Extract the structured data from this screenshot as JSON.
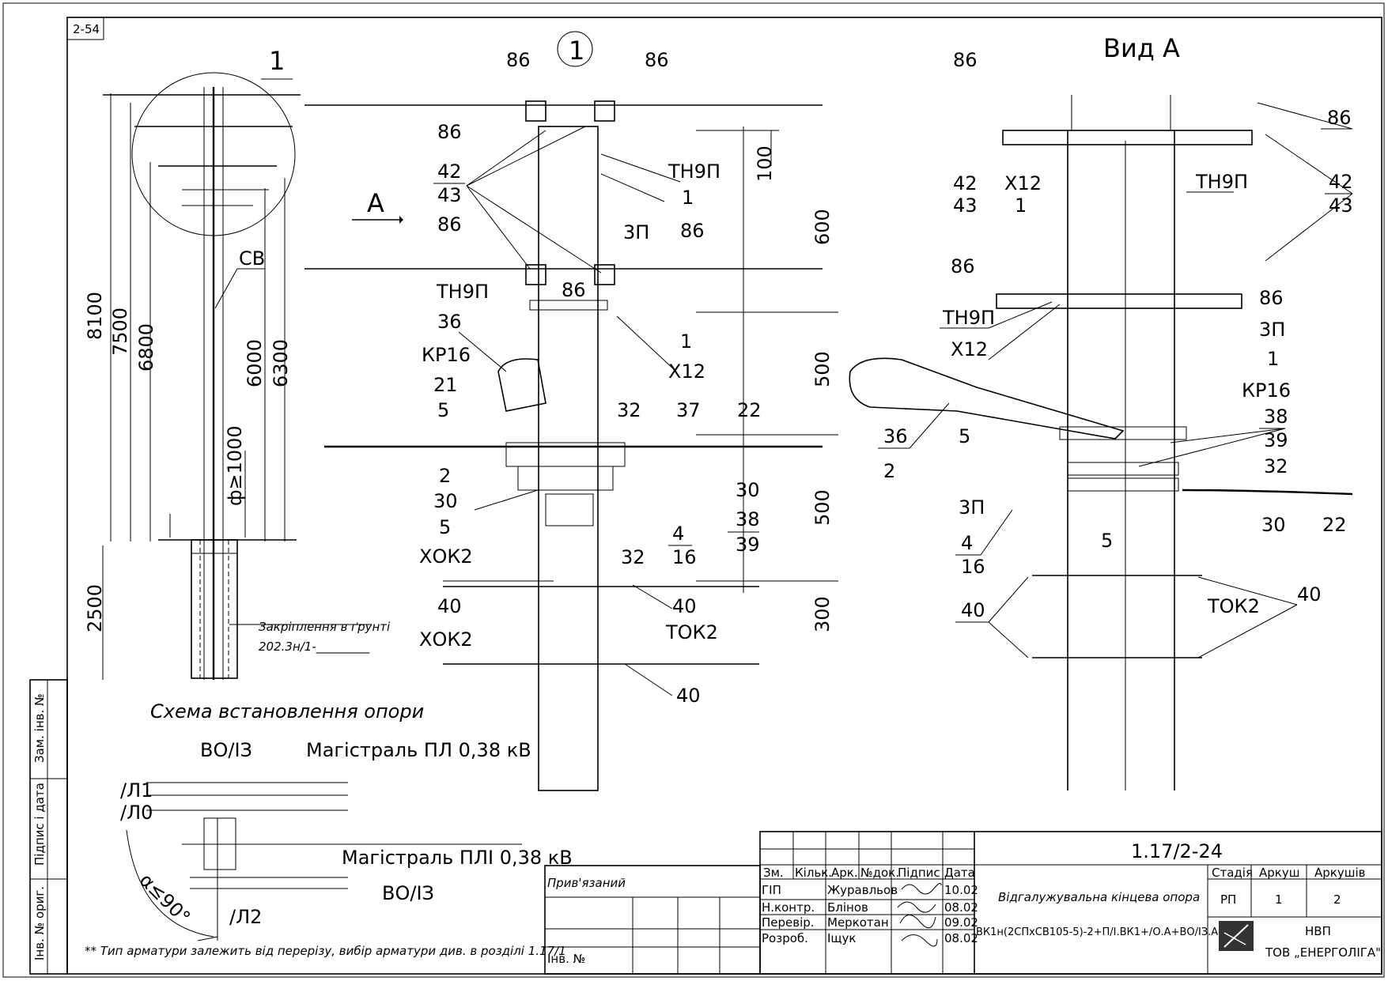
{
  "sheet_code": "2-54",
  "left_view": {
    "callout": "1",
    "labels": {
      "cb": "СВ",
      "h8100": "8100",
      "h7500": "7500",
      "h6800": "6800",
      "h6000": "6000",
      "h6300": "6300",
      "h2500": "2500",
      "diam": "ф≥1000"
    },
    "ground_note_1": "Закріплення в ґрунті",
    "ground_note_2": "202.3н/1-_________"
  },
  "center_view": {
    "callout": "1",
    "arrow_label": "А",
    "labels": [
      "86",
      "86",
      "86",
      "42",
      "43",
      "ТН9П",
      "1",
      "100",
      "86",
      "3П",
      "86",
      "ТН9П",
      "86",
      "36",
      "1",
      "Х12",
      "КР16",
      "21",
      "5",
      "32",
      "37",
      "22",
      "2",
      "30",
      "30",
      "5",
      "38",
      "39",
      "4",
      "16",
      "32",
      "ХОК2",
      "40",
      "40",
      "ТОК2",
      "ХОК2",
      "40"
    ],
    "dims": [
      "600",
      "500",
      "500",
      "300"
    ]
  },
  "view_a": {
    "title": "Вид А",
    "labels": [
      "86",
      "86",
      "42",
      "43",
      "Х12",
      "1",
      "ТН9П",
      "42",
      "43",
      "86",
      "86",
      "ТН9П",
      "Х12",
      "3П",
      "1",
      "КР16",
      "38",
      "39",
      "36",
      "5",
      "2",
      "32",
      "3П",
      "4",
      "16",
      "5",
      "30",
      "22",
      "40",
      "ТОК2",
      "40"
    ]
  },
  "scheme": {
    "title": "Схема встановлення опори",
    "vo_top": "ВО/ІЗ",
    "main_top": "Магістраль ПЛ 0,38 кВ",
    "l1": "/Л1",
    "l0": "/Л0",
    "main_mid": "Магістраль ПЛІ 0,38 кВ",
    "vo_bottom": "ВО/ІЗ",
    "l2": "/Л2",
    "angle": "α≤90°",
    "footnote": "** Тип арматури залежить від перерізу, вибір арматури див. в розділі 1.17/1"
  },
  "side_stamp": {
    "zam": "Зам. інв. №",
    "pidpys": "Підпис і дата",
    "inv": "Інв. № ориг."
  },
  "title_block": {
    "doc_code": "1.17/2-24",
    "attached": "Прив'язаний",
    "inv_no": "Інв. №",
    "headers": [
      "Зм.",
      "Кільк.",
      "Арк.",
      "№док.",
      "Підпис",
      "Дата"
    ],
    "rows": [
      {
        "role": "ГІП",
        "name": "Журавльов",
        "date": "10.02"
      },
      {
        "role": "Н.контр.",
        "name": "Блінов",
        "date": "08.02"
      },
      {
        "role": "Перевір.",
        "name": "Меркотан",
        "date": "09.02"
      },
      {
        "role": "Розроб.",
        "name": "Іщук",
        "date": "08.02"
      }
    ],
    "description": "Відгалужувальна кінцева опора",
    "spec": "ВК1н(2СПхСВ105-5)-2+П/І.ВК1+/О.А+ВО/ІЗ.А4",
    "stage_h": "Стадія",
    "sheet_h": "Аркуш",
    "sheets_h": "Аркушів",
    "stage": "РП",
    "sheet": "1",
    "sheets": "2",
    "org1": "НВП",
    "org2": "ТОВ „ЕНЕРГОЛІГА\""
  }
}
